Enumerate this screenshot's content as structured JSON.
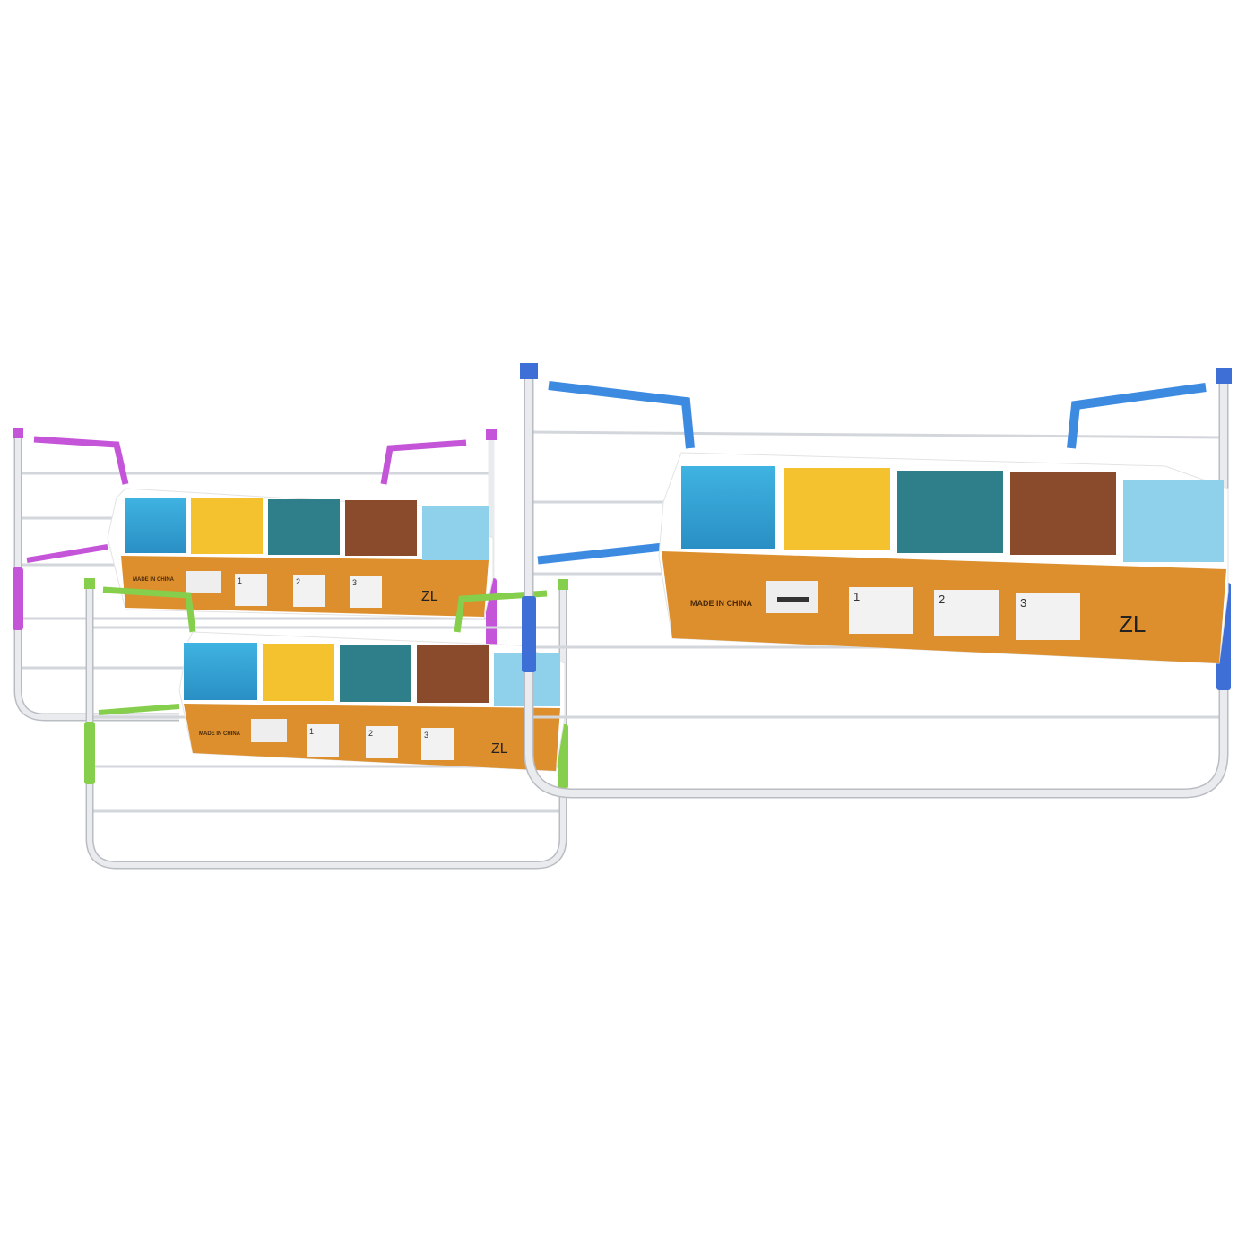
{
  "scene": {
    "colors": {
      "frame": "#e6e8ec",
      "frame_edge": "#b9bcc2",
      "wire": "#d3d6db",
      "orange": "#dc8f2c",
      "sky": "#35a6d8",
      "blue_accent": "#3d6fd6",
      "purple_accent": "#c455d8",
      "green_accent": "#86cf4c"
    },
    "products": [
      {
        "name": "large-blue-rack",
        "label": {
          "origin": "MADE IN CHINA",
          "steps": [
            "1",
            "2",
            "3"
          ],
          "logo": "ZL"
        }
      },
      {
        "name": "medium-purple-rack",
        "label": {
          "origin": "MADE IN CHINA",
          "steps": [
            "1",
            "2",
            "3"
          ],
          "logo": "ZL"
        }
      },
      {
        "name": "small-green-rack",
        "label": {
          "origin": "MADE IN CHINA",
          "steps": [
            "1",
            "2",
            "3"
          ],
          "logo": "ZL"
        }
      }
    ]
  }
}
